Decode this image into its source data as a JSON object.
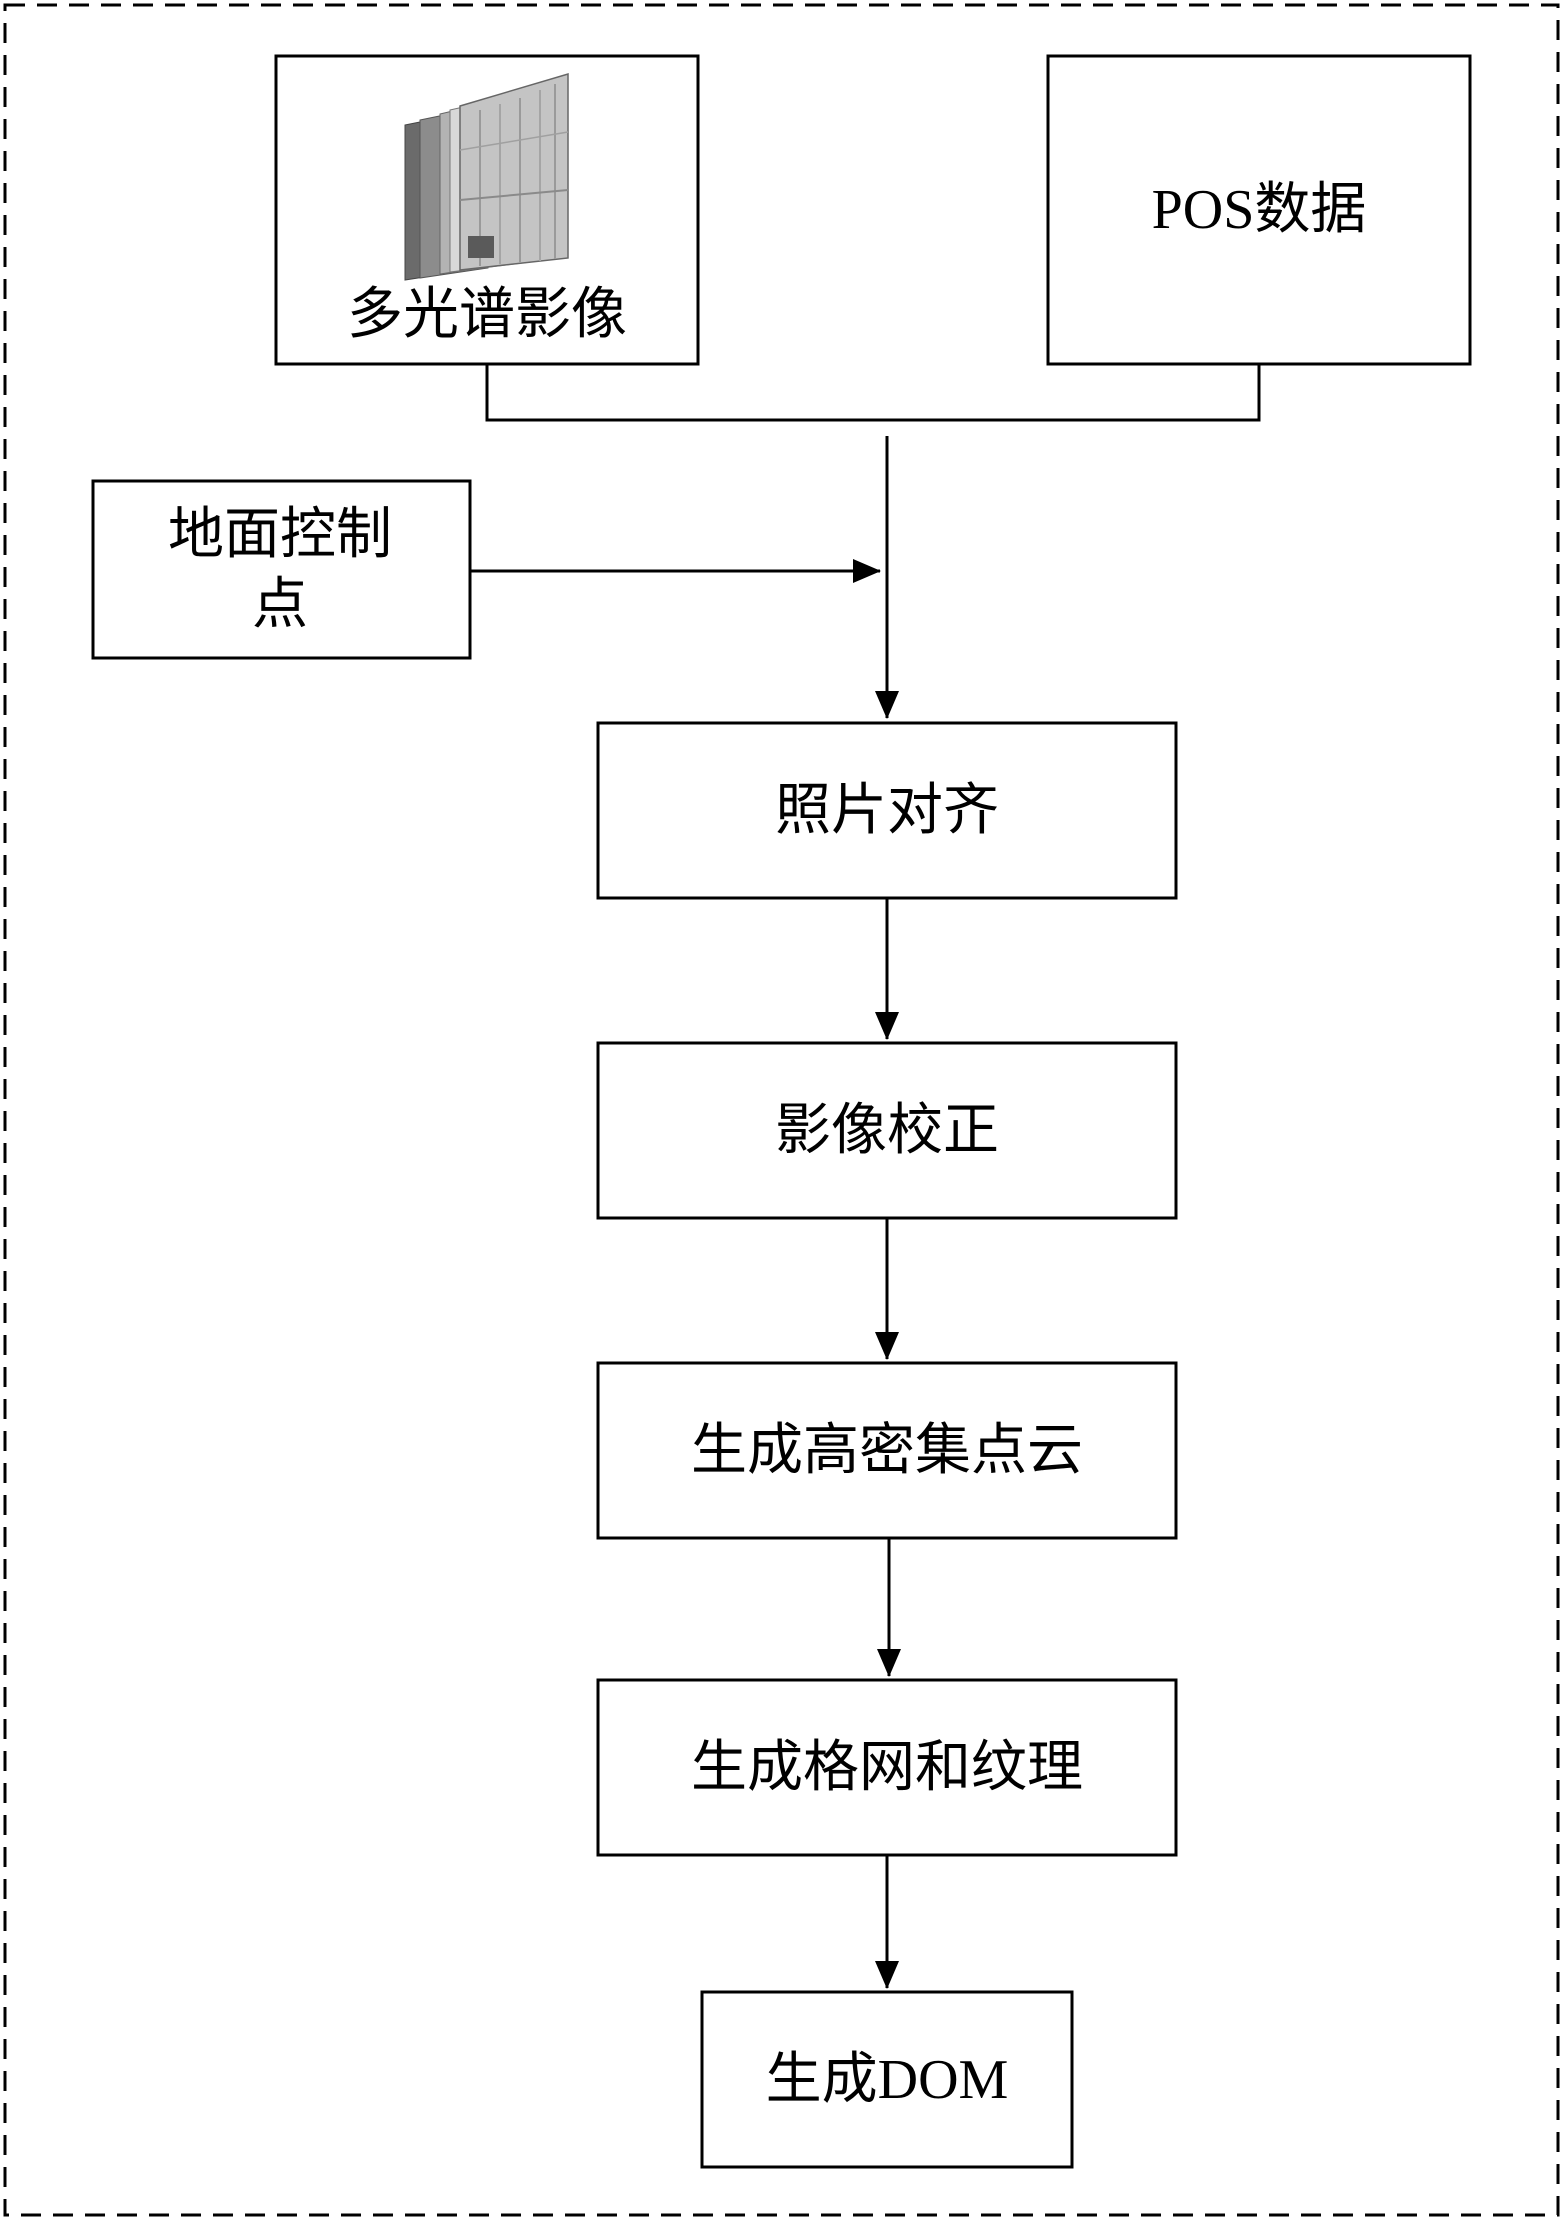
{
  "diagram": {
    "multispectral_images": "多光谱影像",
    "pos_data": "POS数据",
    "ground_control_points": "地面控制\n点",
    "steps": [
      "照片对齐",
      "影像校正",
      "生成高密集点云",
      "生成格网和纹理",
      "生成DOM"
    ]
  }
}
